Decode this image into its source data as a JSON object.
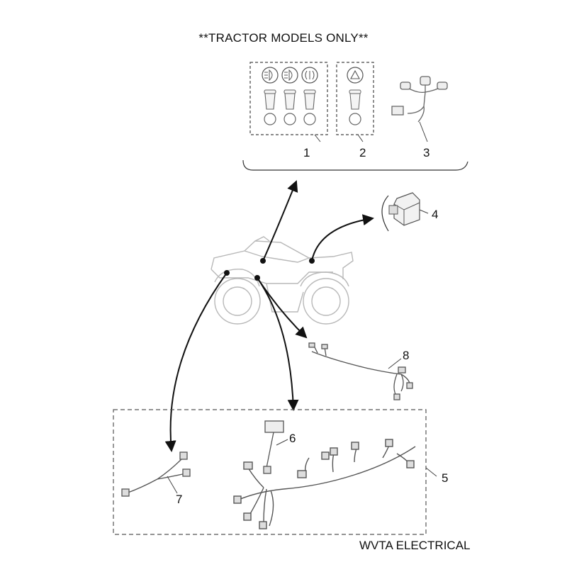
{
  "header_note": "**TRACTOR MODELS ONLY**",
  "footer_title": "WVTA ELECTRICAL",
  "callouts": {
    "c1": "1",
    "c2": "2",
    "c3": "3",
    "c4": "4",
    "c5": "5",
    "c6": "6",
    "c7": "7",
    "c8": "8"
  },
  "colors": {
    "line": "#222222",
    "ghost": "#b8b8b8",
    "dash": "#555555"
  }
}
